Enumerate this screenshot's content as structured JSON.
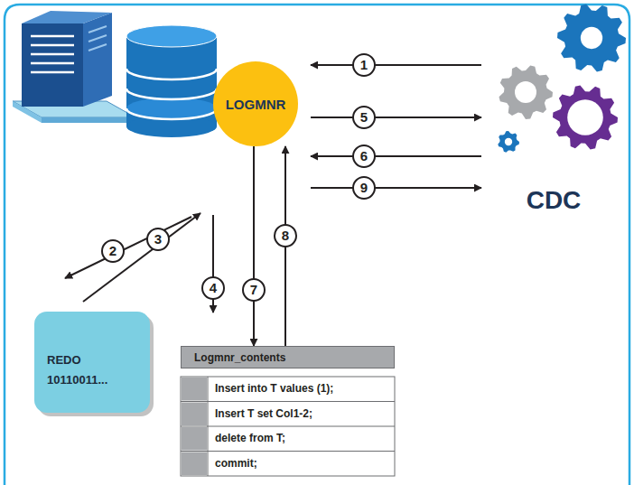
{
  "diagram": {
    "nodes": [
      {
        "text": [
          "LOGMNR"
        ]
      },
      {
        "text": [
          "CDC"
        ]
      },
      {
        "text": [
          "REDO 10110011..."
        ]
      },
      {
        "text": [
          "Logmnr_contents"
        ]
      }
    ],
    "edges": [
      {
        "from": 1,
        "to": 0,
        "label": "1",
        "arrow": "to"
      },
      {
        "from": 0,
        "to": 1,
        "label": "5",
        "arrow": "to"
      },
      {
        "from": 1,
        "to": 0,
        "label": "6",
        "arrow": "to"
      },
      {
        "from": 0,
        "to": 1,
        "label": "9",
        "arrow": "to"
      },
      {
        "from": 0,
        "to": 3,
        "label": "7",
        "arrow": "to"
      },
      {
        "from": 3,
        "to": 0,
        "label": "8",
        "arrow": "to"
      }
    ],
    "labels": [
      "2",
      "3",
      "4",
      "Insert into T values (1);",
      "Insert T set Col1-2;",
      "delete from T;",
      "commit;"
    ]
  }
}
